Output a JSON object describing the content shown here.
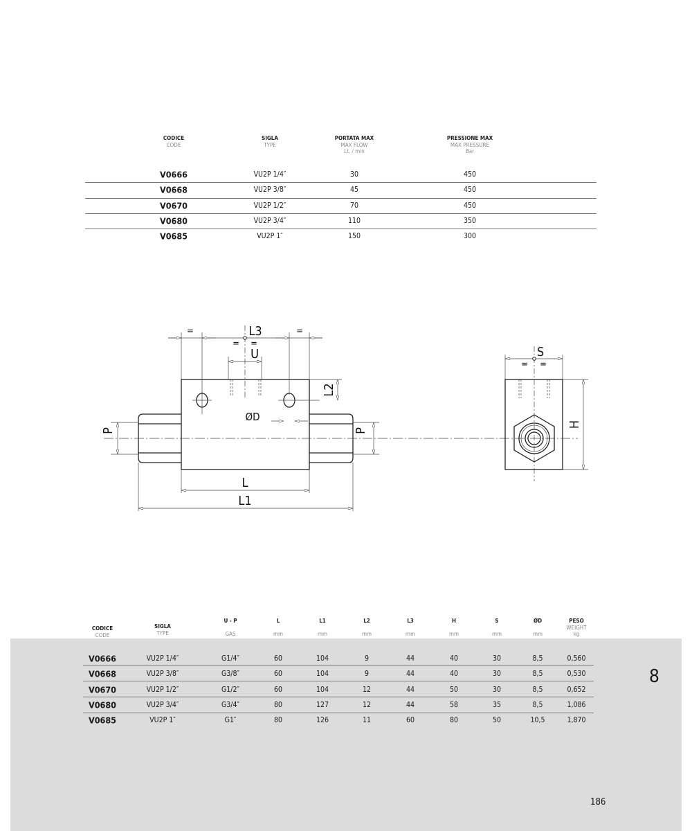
{
  "table1": {
    "headers": [
      {
        "main": "CODICE",
        "sub": "CODE",
        "unit": ""
      },
      {
        "main": "SIGLA",
        "sub": "TYPE",
        "unit": ""
      },
      {
        "main": "PORTATA MAX",
        "sub": "MAX FLOW",
        "unit": "Lt. / min"
      },
      {
        "main": "PRESSIONE MAX",
        "sub": "MAX PRESSURE",
        "unit": "Bar"
      }
    ],
    "rows": [
      [
        "V0666",
        "VU2P 1/4″",
        "30",
        "450"
      ],
      [
        "V0668",
        "VU2P 3/8″",
        "45",
        "450"
      ],
      [
        "V0670",
        "VU2P 1/2″",
        "70",
        "450"
      ],
      [
        "V0680",
        "VU2P 3/4″",
        "110",
        "350"
      ],
      [
        "V0685",
        "VU2P 1″",
        "150",
        "300"
      ]
    ]
  },
  "drawing": {
    "eq": "=",
    "L3": "L3",
    "U": "U",
    "L2": "L2",
    "OD": "ØD",
    "P": "P",
    "L": "L",
    "L1": "L1",
    "S": "S",
    "H": "H"
  },
  "table2": {
    "headers": [
      {
        "main": "CODICE",
        "sub": "CODE",
        "unit": ""
      },
      {
        "main": "SIGLA",
        "sub": "TYPE",
        "unit": ""
      },
      {
        "main": "U - P",
        "sub": "",
        "unit": "GAS"
      },
      {
        "main": "L",
        "sub": "",
        "unit": "mm"
      },
      {
        "main": "L1",
        "sub": "",
        "unit": "mm"
      },
      {
        "main": "L2",
        "sub": "",
        "unit": "mm"
      },
      {
        "main": "L3",
        "sub": "",
        "unit": "mm"
      },
      {
        "main": "H",
        "sub": "",
        "unit": "mm"
      },
      {
        "main": "S",
        "sub": "",
        "unit": "mm"
      },
      {
        "main": "ØD",
        "sub": "",
        "unit": "mm"
      },
      {
        "main": "PESO",
        "sub": "WEIGHT",
        "unit": "kg"
      }
    ],
    "rows": [
      [
        "V0666",
        "VU2P 1/4″",
        "G1/4″",
        "60",
        "104",
        "9",
        "44",
        "40",
        "30",
        "8,5",
        "0,560"
      ],
      [
        "V0668",
        "VU2P 3/8″",
        "G3/8″",
        "60",
        "104",
        "9",
        "44",
        "40",
        "30",
        "8,5",
        "0,530"
      ],
      [
        "V0670",
        "VU2P 1/2″",
        "G1/2″",
        "60",
        "104",
        "12",
        "44",
        "50",
        "30",
        "8,5",
        "0,652"
      ],
      [
        "V0680",
        "VU2P 3/4″",
        "G3/4″",
        "80",
        "127",
        "12",
        "44",
        "58",
        "35",
        "8,5",
        "1,086"
      ],
      [
        "V0685",
        "VU2P 1″",
        "G1″",
        "80",
        "126",
        "11",
        "60",
        "80",
        "50",
        "10,5",
        "1,870"
      ]
    ]
  },
  "chapter_number": "8",
  "page_number": "186"
}
